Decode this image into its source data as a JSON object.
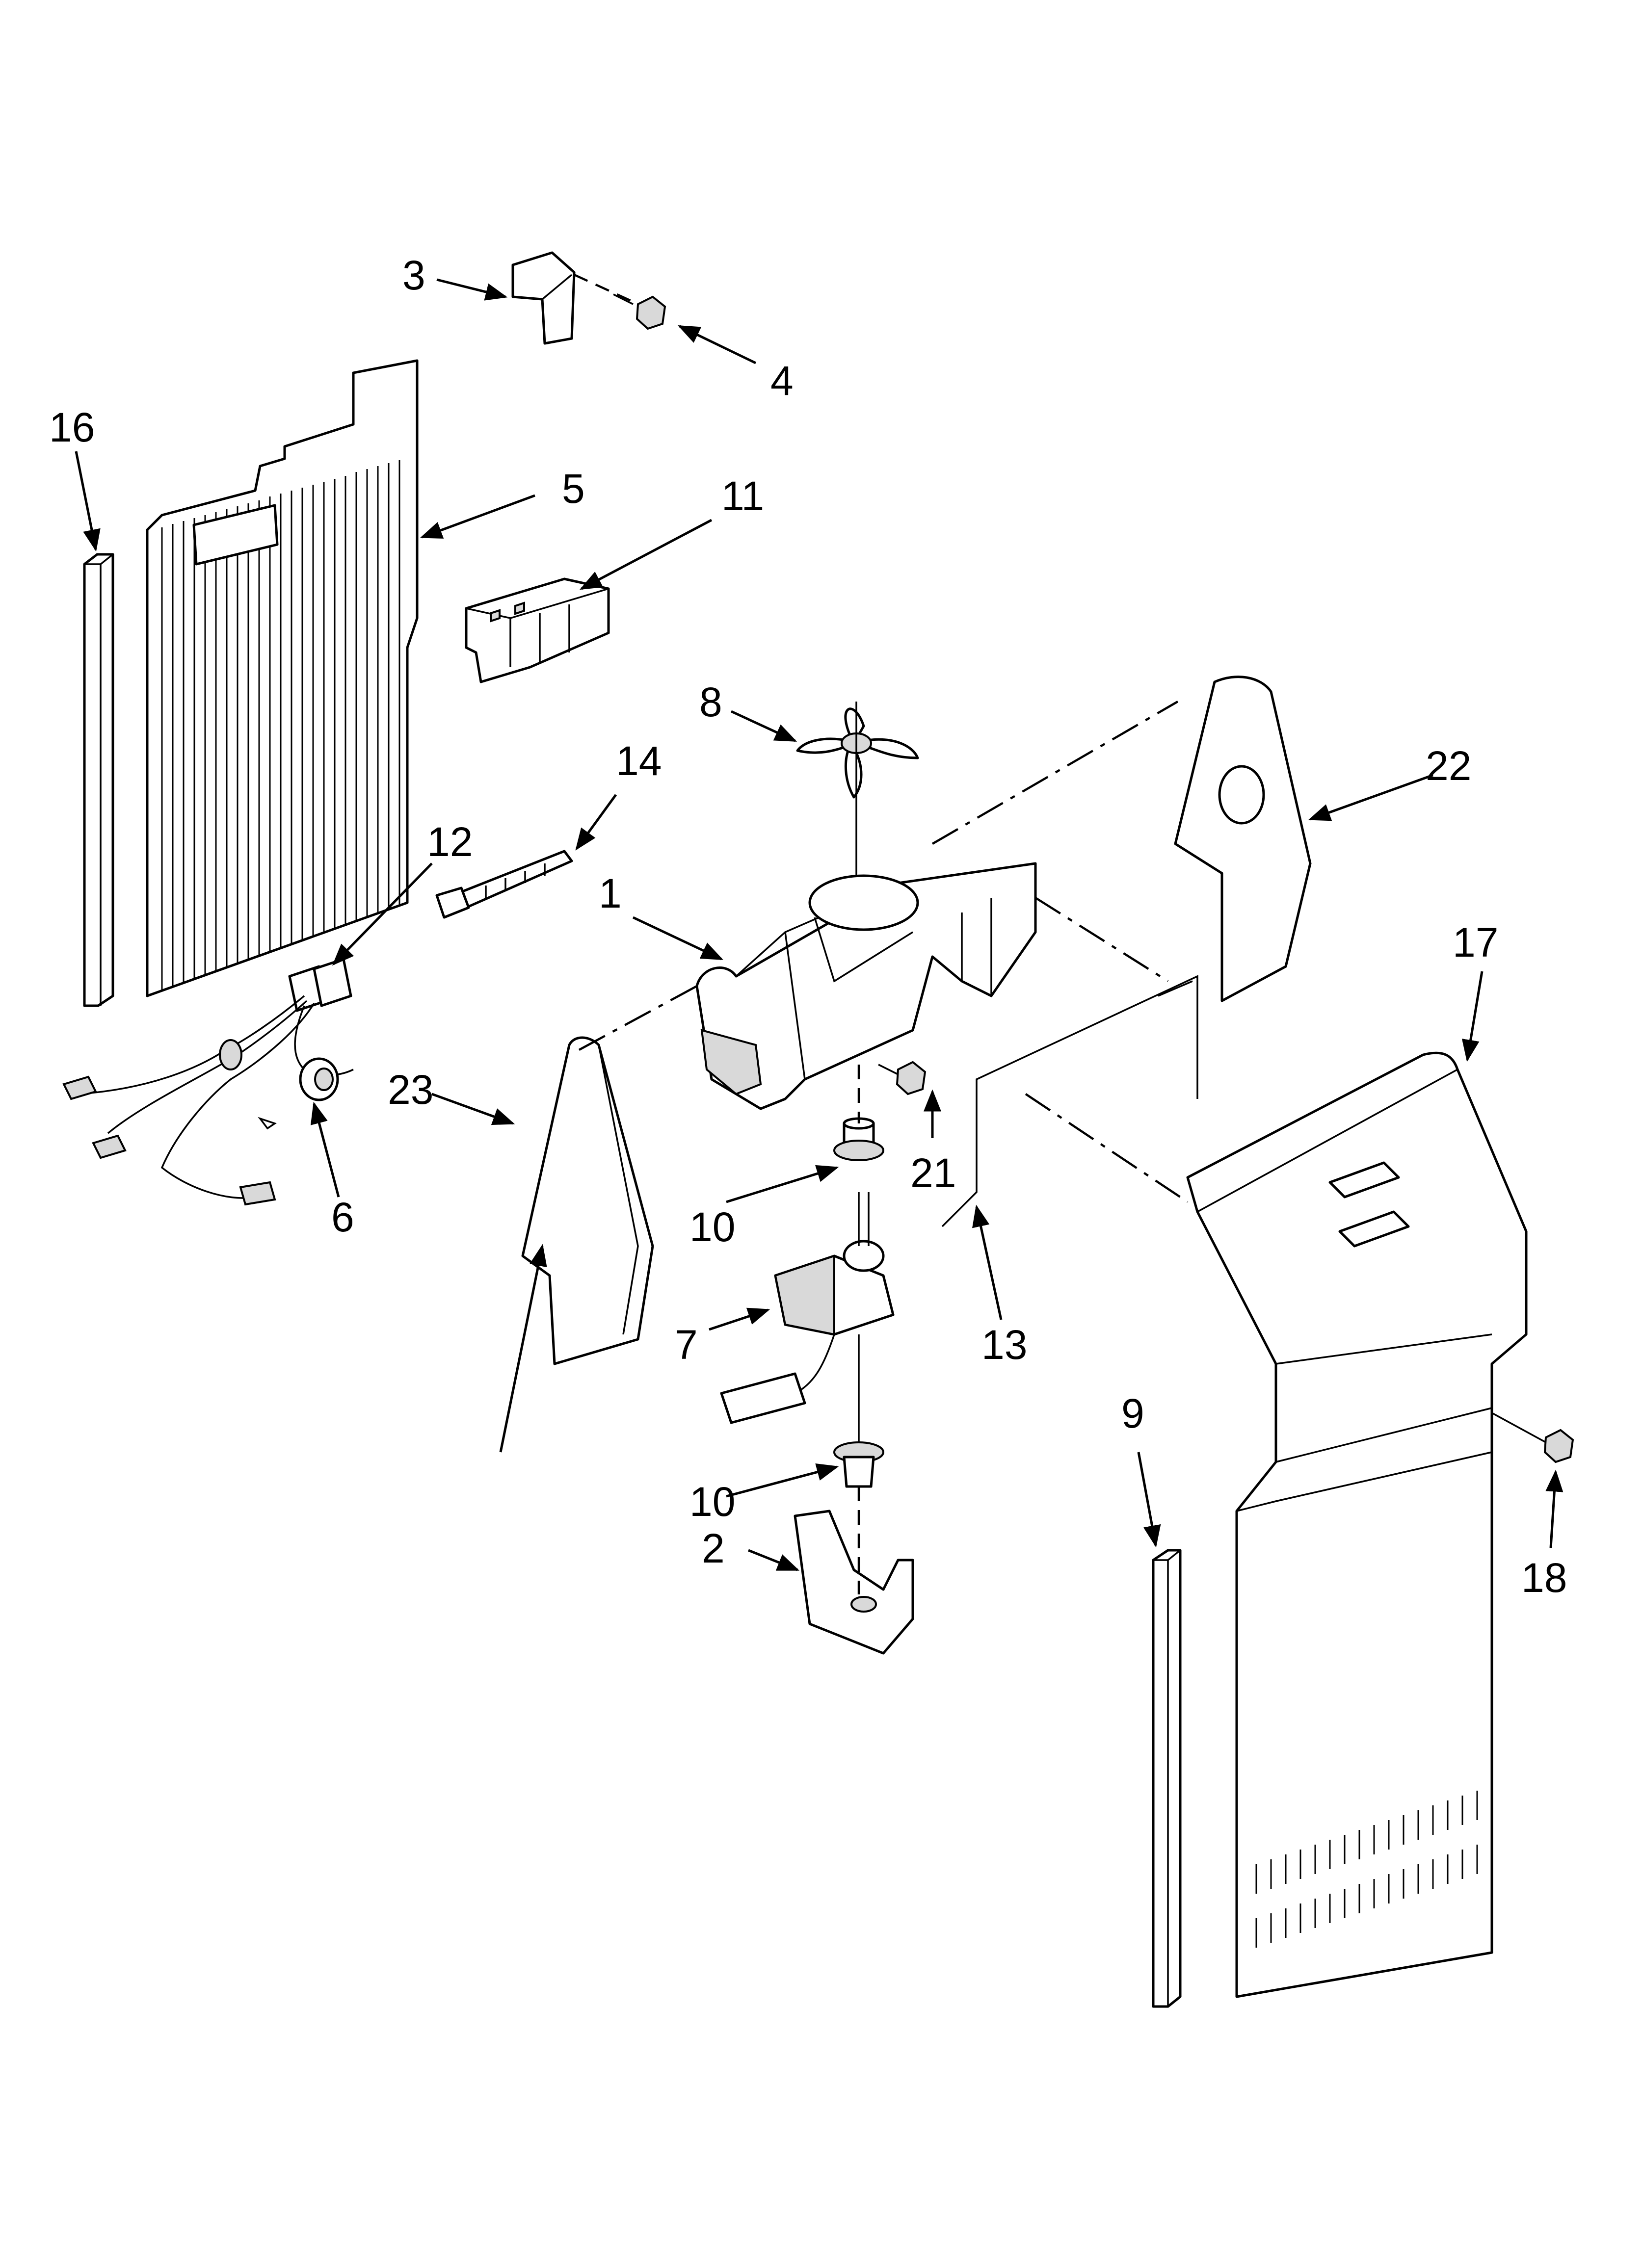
{
  "diagram": {
    "callouts": {
      "c1": "1",
      "c2": "2",
      "c3": "3",
      "c4": "4",
      "c5": "5",
      "c6": "6",
      "c7": "7",
      "c8": "8",
      "c9": "9",
      "c10a": "10",
      "c10b": "10",
      "c11": "11",
      "c12": "12",
      "c13": "13",
      "c14": "14",
      "c16": "16",
      "c17": "17",
      "c18": "18",
      "c21": "21",
      "c22": "22",
      "c23": "23"
    }
  }
}
